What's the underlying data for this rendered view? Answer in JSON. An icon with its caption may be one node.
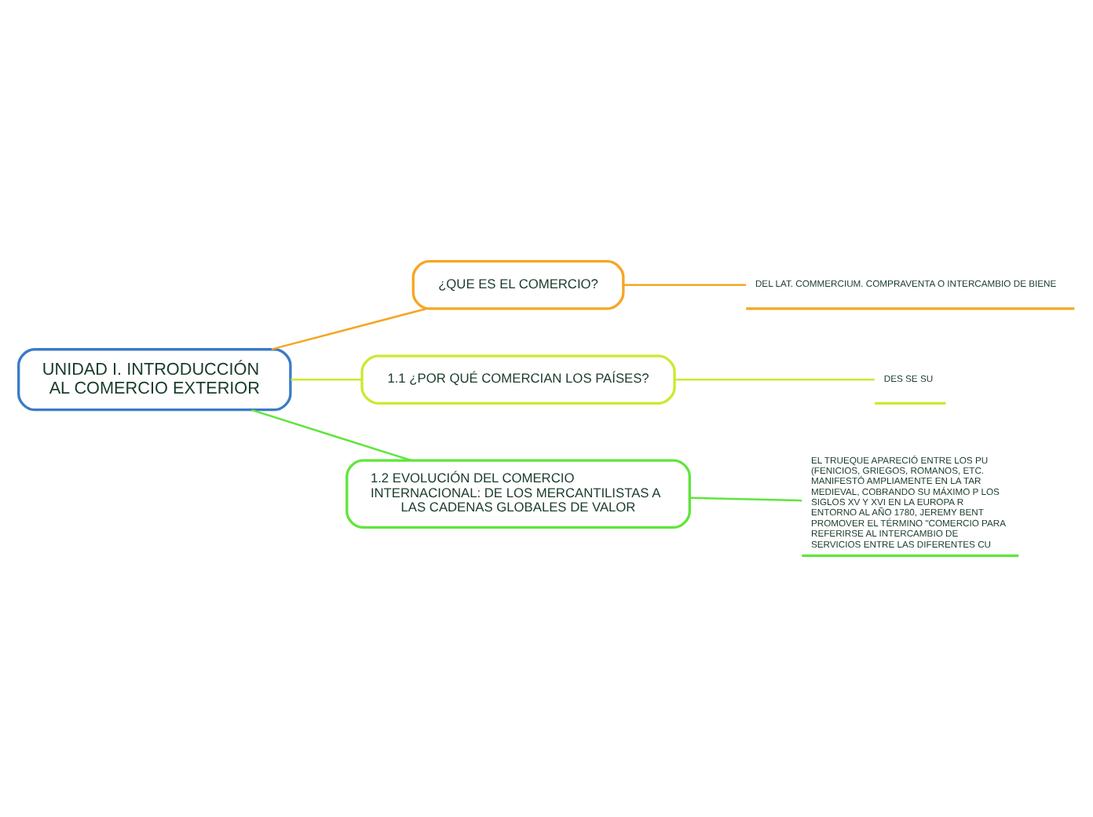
{
  "diagram": {
    "nodes": [
      {
        "text": [
          "UNIDAD I. INTRODUCCIÓN AL COMERCIO EXTERIOR"
        ]
      },
      {
        "text": [
          "¿QUE ES EL COMERCIO?"
        ]
      },
      {
        "text": [
          "DEL LAT. COMMERCIUM. COMPRAVENTA O INTERCAMBIO DE BIENE"
        ]
      },
      {
        "text": [
          "1.1 ¿POR QUÉ COMERCIAN LOS PAÍSES?"
        ]
      },
      {
        "text": [
          "DES SE SU"
        ]
      },
      {
        "text": [
          "1.2 EVOLUCIÓN DEL COMERCIO INTERNACIONAL: DE LOS MERCANTILISTAS A LAS CADENAS GLOBALES DE VALOR"
        ]
      },
      {
        "text": [
          "EL TRUEQUE APARECIÓ ENTRE LOS PU (FENICIOS, GRIEGOS, ROMANOS, ETC. MANIFESTÓ AMPLIAMENTE EN LA TAR MEDIEVAL, COBRANDO SU MÁXIMO P LOS SIGLOS XV Y XVI EN LA EUROPA R ENTORNO AL AÑO 1780, JEREMY BENT PROMOVER EL TÉRMINO \"COMERCIO PARA REFERIRSE AL INTERCAMBIO DE SERVICIOS ENTRE LAS DIFERENTES CU"
        ]
      }
    ],
    "edges": [
      {
        "from": 0,
        "to": 1,
        "arrow": "none",
        "color": "#f5a623"
      },
      {
        "from": 1,
        "to": 2,
        "arrow": "none",
        "color": "#f5a623"
      },
      {
        "from": 0,
        "to": 3,
        "arrow": "none",
        "color": "#cde82f"
      },
      {
        "from": 3,
        "to": 4,
        "arrow": "none",
        "color": "#cde82f"
      },
      {
        "from": 0,
        "to": 5,
        "arrow": "none",
        "color": "#5ee63a"
      },
      {
        "from": 5,
        "to": 6,
        "arrow": "none",
        "color": "#5ee63a"
      }
    ]
  }
}
